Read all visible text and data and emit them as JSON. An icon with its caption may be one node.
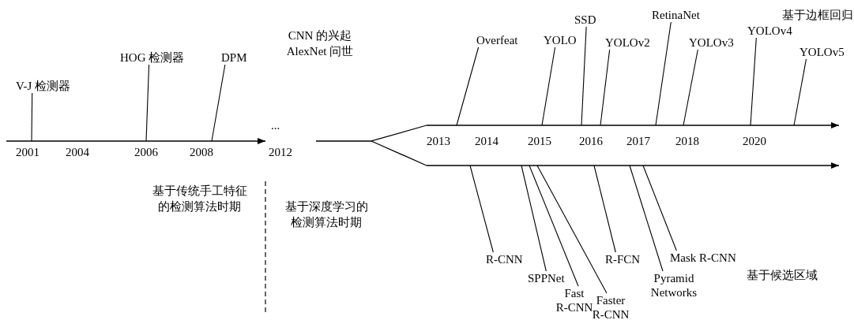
{
  "diagram": {
    "nodes": [
      {
        "text": [
          "V-J 检测器"
        ]
      },
      {
        "text": [
          "HOG 检测器"
        ]
      },
      {
        "text": [
          "DPM"
        ]
      },
      {
        "text": [
          "Overfeat"
        ]
      },
      {
        "text": [
          "YOLO"
        ]
      },
      {
        "text": [
          "SSD"
        ]
      },
      {
        "text": [
          "YOLOv2"
        ]
      },
      {
        "text": [
          "RetinaNet"
        ]
      },
      {
        "text": [
          "YOLOv3"
        ]
      },
      {
        "text": [
          "YOLOv4"
        ]
      },
      {
        "text": [
          "YOLOv5"
        ]
      },
      {
        "text": [
          "R-CNN"
        ]
      },
      {
        "text": [
          "SPPNet"
        ]
      },
      {
        "text": [
          "Fast R-CNN"
        ]
      },
      {
        "text": [
          "Faster R-CNN"
        ]
      },
      {
        "text": [
          "R-FCN"
        ]
      },
      {
        "text": [
          "Pyramid Networks"
        ]
      },
      {
        "text": [
          "Mask R-CNN"
        ]
      }
    ],
    "edges": [
      {
        "from": 0,
        "to": null,
        "arrow": "none"
      },
      {
        "from": 1,
        "to": null,
        "arrow": "none"
      },
      {
        "from": 2,
        "to": null,
        "arrow": "none"
      },
      {
        "from": 3,
        "to": null,
        "arrow": "none"
      },
      {
        "from": 4,
        "to": null,
        "arrow": "none"
      },
      {
        "from": 5,
        "to": null,
        "arrow": "none"
      },
      {
        "from": 6,
        "to": null,
        "arrow": "none"
      },
      {
        "from": 7,
        "to": null,
        "arrow": "none"
      },
      {
        "from": 8,
        "to": null,
        "arrow": "none"
      },
      {
        "from": 9,
        "to": null,
        "arrow": "none"
      },
      {
        "from": 10,
        "to": null,
        "arrow": "none"
      },
      {
        "from": 11,
        "to": null,
        "arrow": "none"
      },
      {
        "from": 12,
        "to": null,
        "arrow": "none"
      },
      {
        "from": 13,
        "to": null,
        "arrow": "none"
      },
      {
        "from": 14,
        "to": null,
        "arrow": "none"
      },
      {
        "from": 15,
        "to": null,
        "arrow": "none"
      },
      {
        "from": 16,
        "to": null,
        "arrow": "none"
      },
      {
        "from": 17,
        "to": null,
        "arrow": "none"
      }
    ],
    "labels": [
      "基于边框回归",
      "CNN 的兴起 AlexNet 问世",
      "...",
      "2013",
      "2014",
      "2015",
      "2016",
      "2017",
      "2018",
      "2020",
      "2001",
      "2004",
      "2006",
      "2008",
      "2012",
      "基于传统手工特征的检测算法时期",
      "基于深度学习的检测算法时期",
      "基于候选区域"
    ]
  }
}
